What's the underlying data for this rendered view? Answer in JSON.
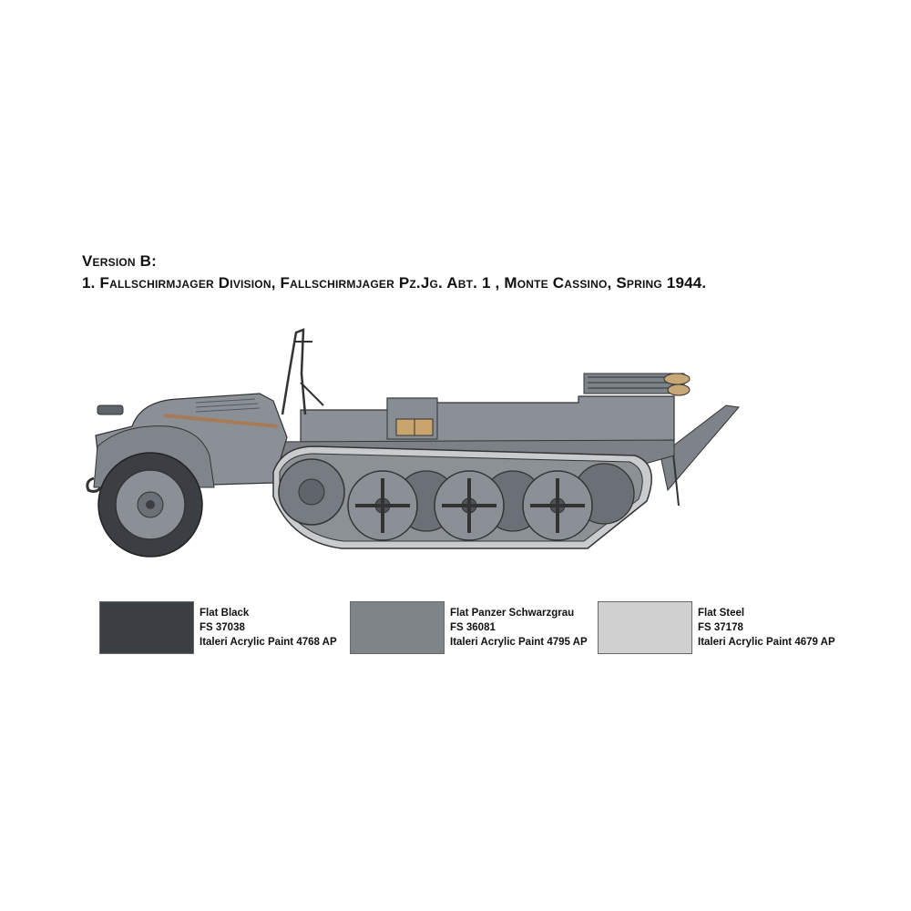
{
  "heading": {
    "version": "Version B:",
    "caption": "1. Fallschirmjager Division,  Fallschirmjager Pz.Jg. Abt. 1 , Monte Cassino,  Spring 1944."
  },
  "vehicle": {
    "description_icon": "halftrack-illustration",
    "body_color": "#8a9096",
    "shadow_color": "#5e6469"
  },
  "paints": [
    {
      "name": "Flat Black",
      "fs": "FS 37038",
      "product": "Italeri Acrylic Paint 4768 AP",
      "color": "#3b3e43"
    },
    {
      "name": "Flat Panzer Schwarzgrau",
      "fs": "FS 36081",
      "product": "Italeri Acrylic Paint 4795 AP",
      "color": "#7f8489"
    },
    {
      "name": "Flat Steel",
      "fs": "FS 37178",
      "product": "Italeri Acrylic Paint 4679 AP",
      "color": "#d0d0d0"
    }
  ]
}
